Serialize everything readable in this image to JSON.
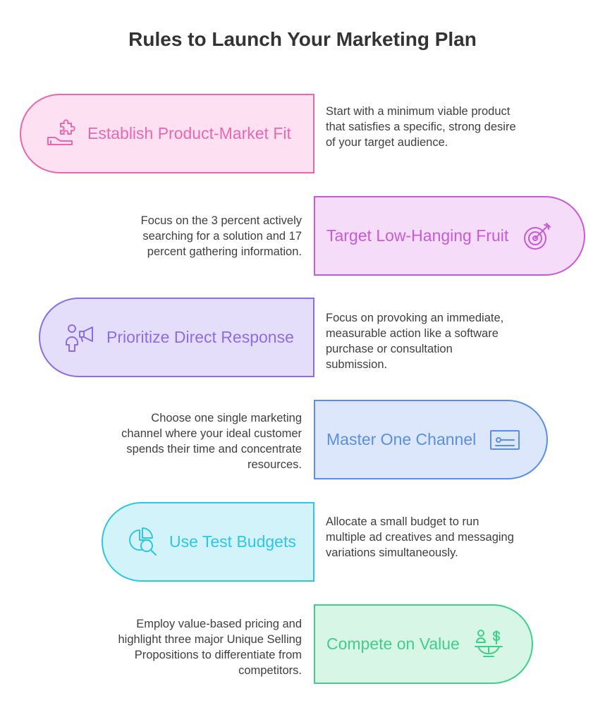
{
  "title": "Rules to Launch Your Marketing Plan",
  "steps": [
    {
      "label": "Establish Product-Market Fit",
      "description": "Start with a minimum viable product that satisfies a specific, strong desire of your target audience.",
      "icon": "puzzle-hand-icon",
      "color": "#e868b0",
      "fill": "#fde0f1"
    },
    {
      "label": "Target Low-Hanging Fruit",
      "description": "Focus on the 3 percent actively searching for a solution and 17 percent gathering information.",
      "icon": "target-icon",
      "color": "#c85ad6",
      "fill": "#f5ddf9"
    },
    {
      "label": "Prioritize Direct Response",
      "description": "Focus on provoking an immediate, measurable action like a software purchase or consultation submission.",
      "icon": "person-megaphone-icon",
      "color": "#8d6ce8",
      "fill": "#e5defb"
    },
    {
      "label": "Master One Channel",
      "description": "Choose one single marketing channel where your ideal customer spends their time and concentrate resources.",
      "icon": "channel-slider-icon",
      "color": "#5a8ee8",
      "fill": "#dce7fb"
    },
    {
      "label": "Use Test Budgets",
      "description": "Allocate a small budget to run multiple ad creatives and messaging variations simultaneously.",
      "icon": "pie-magnifier-icon",
      "color": "#2fc6e6",
      "fill": "#d3f3fb"
    },
    {
      "label": "Compete on Value",
      "description": "Employ value-based pricing and highlight three major Unique Selling Propositions to differentiate from competitors.",
      "icon": "person-dollar-scale-icon",
      "color": "#3fcf8a",
      "fill": "#d8f6e6"
    }
  ]
}
